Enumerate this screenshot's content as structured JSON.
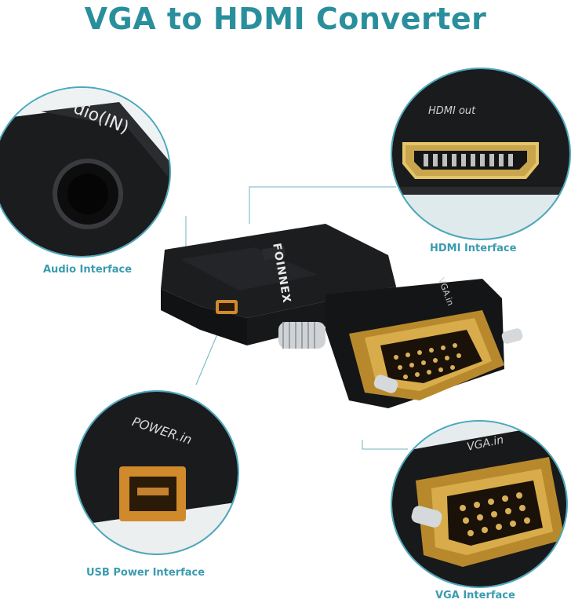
{
  "title": "VGA to HDMI Converter",
  "labels": {
    "audio": "Audio Interface",
    "hdmi": "HDMI Interface",
    "usb": "USB Power Interface",
    "vga": "VGA Interface"
  },
  "device_text": {
    "audio_port": "dio(IN)",
    "hdmi_port": "HDMI out",
    "power_port": "POWER.in",
    "vga_port": "VGA.in",
    "brand": "FOINNEX"
  },
  "colors": {
    "title": "#2a8f9c",
    "label": "#3a9bb0",
    "circle_border": "#4aa9bd"
  }
}
